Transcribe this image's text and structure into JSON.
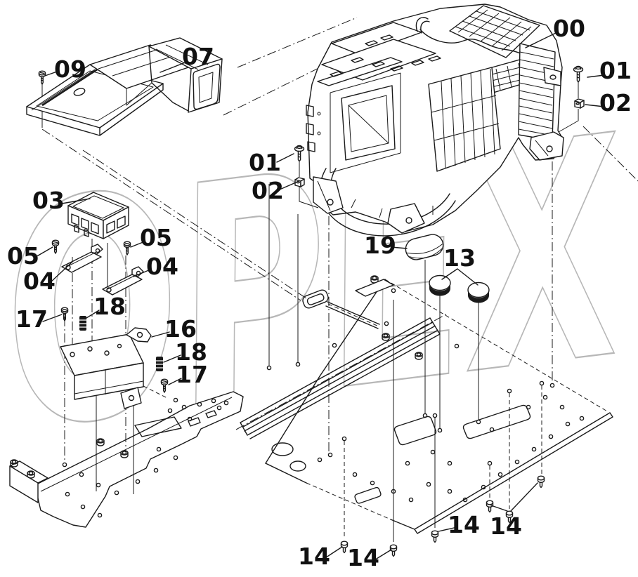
{
  "diagram": {
    "watermark_text": "OPEX",
    "colors": {
      "background": "#ffffff",
      "line": "#1a1a1a",
      "watermark": "#b7b7b7"
    },
    "callouts": [
      {
        "ref": "main-hvac-assembly",
        "label": "00"
      },
      {
        "ref": "screw-right",
        "label": "01"
      },
      {
        "ref": "clip-nut-right",
        "label": "02"
      },
      {
        "ref": "screw-left",
        "label": "01"
      },
      {
        "ref": "clip-nut-left",
        "label": "02"
      },
      {
        "ref": "duct-screw",
        "label": "09"
      },
      {
        "ref": "air-duct",
        "label": "07"
      },
      {
        "ref": "controller-box",
        "label": "03"
      },
      {
        "ref": "rail-screw-left",
        "label": "05"
      },
      {
        "ref": "bracket-rail-left",
        "label": "04"
      },
      {
        "ref": "rail-screw-right",
        "label": "05"
      },
      {
        "ref": "bracket-rail-right",
        "label": "04"
      },
      {
        "ref": "mount-screw-upper",
        "label": "17"
      },
      {
        "ref": "bushing-upper",
        "label": "18"
      },
      {
        "ref": "mount-bracket",
        "label": "16"
      },
      {
        "ref": "bushing-lower",
        "label": "18"
      },
      {
        "ref": "mount-screw-lower",
        "label": "17"
      },
      {
        "ref": "oval-cap",
        "label": "19"
      },
      {
        "ref": "round-caps",
        "label": "13"
      },
      {
        "ref": "floor-bolt-1",
        "label": "14"
      },
      {
        "ref": "floor-bolt-2",
        "label": "14"
      },
      {
        "ref": "floor-bolt-3",
        "label": "14"
      },
      {
        "ref": "floor-bolt-group",
        "label": "14"
      }
    ]
  }
}
